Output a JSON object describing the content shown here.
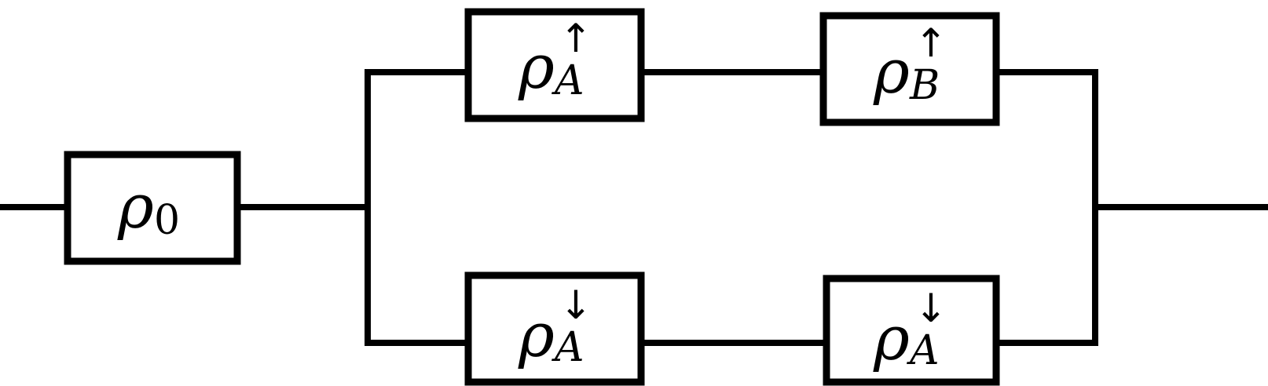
{
  "diagram": {
    "input_block": {
      "base": "ρ",
      "sub": "0",
      "sup": ""
    },
    "upper_branch": [
      {
        "base": "ρ",
        "sub": "A",
        "sup": "↑"
      },
      {
        "base": "ρ",
        "sub": "B",
        "sup": "↑"
      }
    ],
    "lower_branch": [
      {
        "base": "ρ",
        "sub": "A",
        "sup": "↓"
      },
      {
        "base": "ρ",
        "sub": "A",
        "sup": "↓"
      }
    ],
    "colors": {
      "line": "#000000",
      "background": "#ffffff"
    }
  }
}
